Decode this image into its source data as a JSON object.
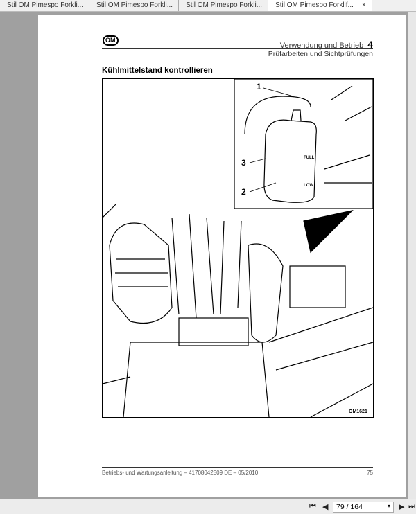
{
  "tabs": [
    {
      "label": "Stil OM Pimespo Forkli..."
    },
    {
      "label": "Stil OM Pimespo Forkli..."
    },
    {
      "label": "Stil OM Pimespo Forkli..."
    },
    {
      "label": "Stil OM Pimespo Forklif...",
      "active": true,
      "close": "×"
    }
  ],
  "document": {
    "logo": "OM",
    "section": "Verwendung und Betrieb",
    "chapter": "4",
    "subsection": "Prüfarbeiten und Sichtprüfungen",
    "title": "Kühlmittelstand kontrollieren",
    "figure": {
      "callouts": [
        "1",
        "3",
        "2"
      ],
      "full_label": "FULL",
      "low_label": "LOW",
      "figure_id": "OM1621"
    },
    "footer": "Betriebs- und Wartungsanleitung – 41708042509 DE – 05/2010",
    "page_number": "75"
  },
  "nav": {
    "first": "⏮",
    "prev": "◀",
    "page": "79 / 164",
    "dropdown": "▾",
    "next": "▶",
    "last": "⏭"
  }
}
